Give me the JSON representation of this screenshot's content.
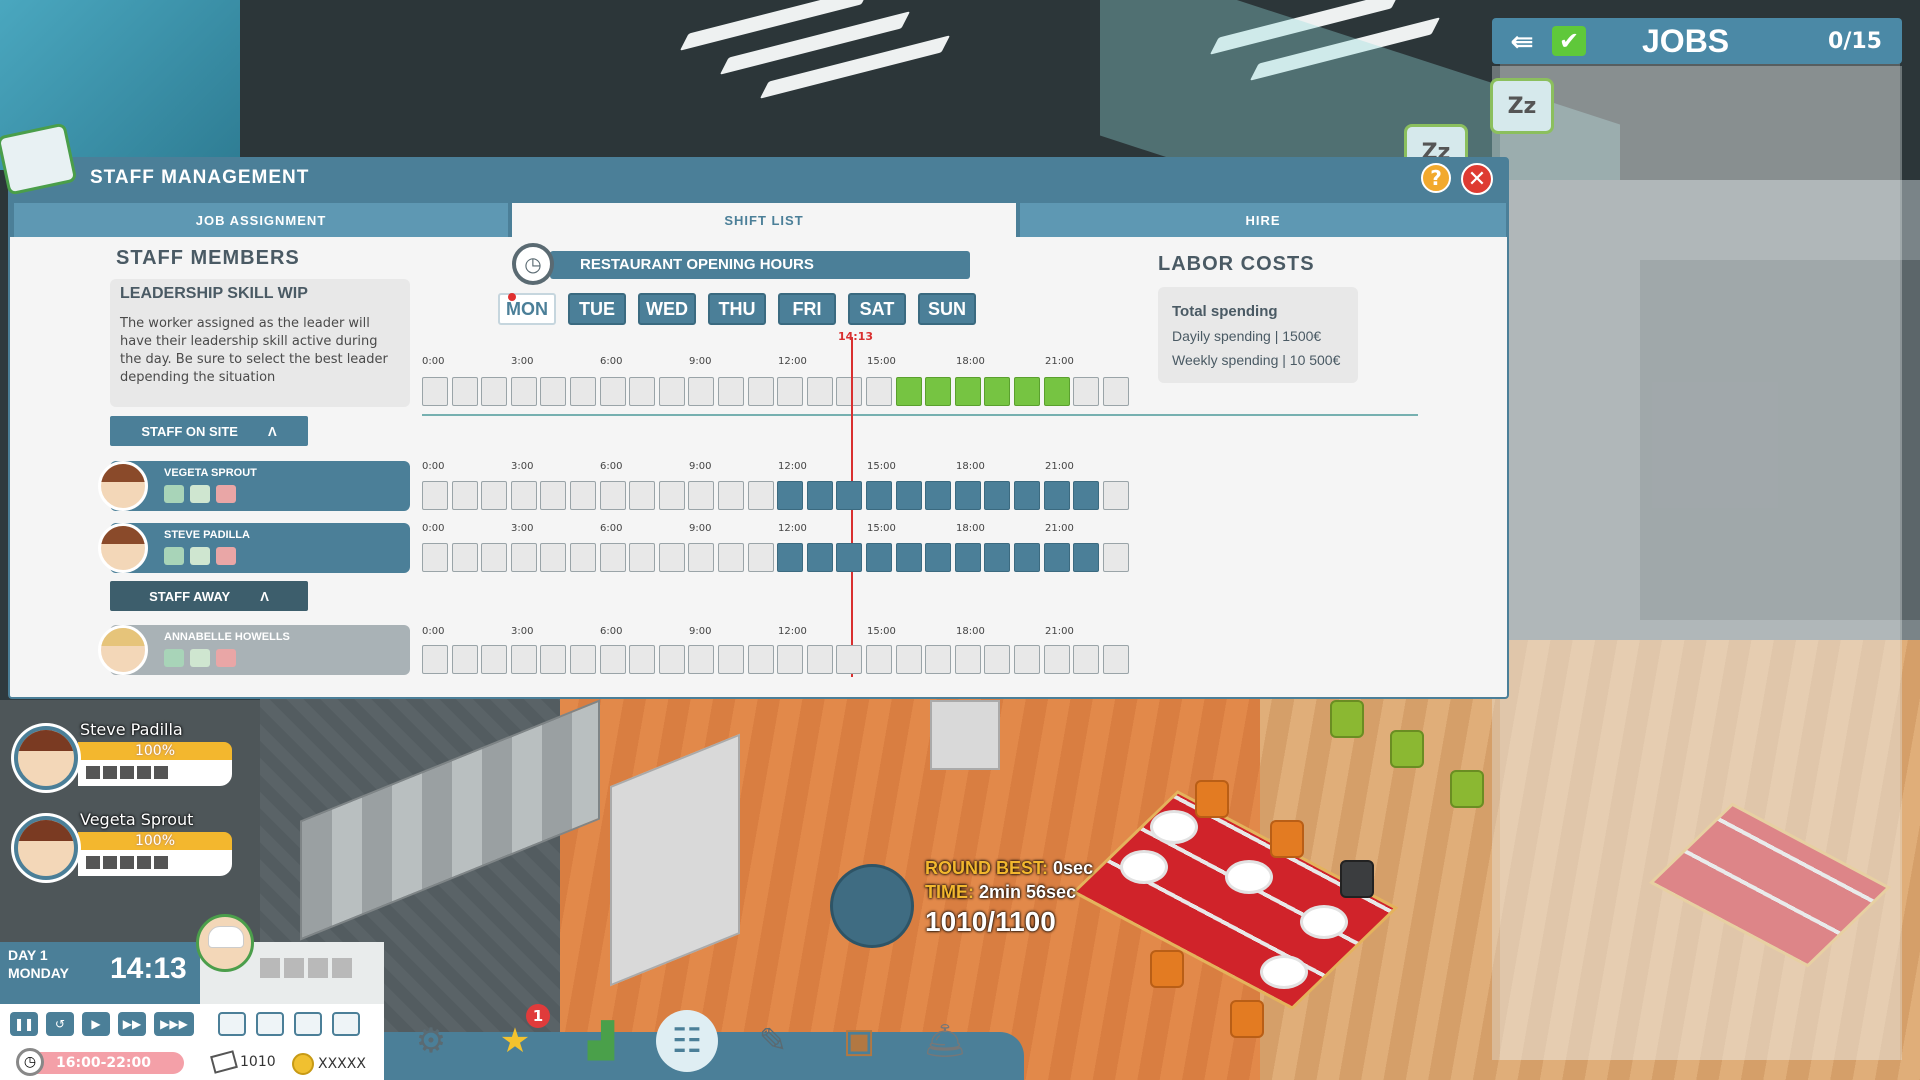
{
  "jobs": {
    "title": "JOBS",
    "count": "0/15"
  },
  "window": {
    "title": "STAFF MANAGEMENT",
    "help": "?",
    "close": "✕",
    "tabs": [
      {
        "label": "JOB ASSIGNMENT",
        "active": false
      },
      {
        "label": "SHIFT LIST",
        "active": true
      },
      {
        "label": "HIRE",
        "active": false
      }
    ]
  },
  "staff_members": {
    "title": "STAFF MEMBERS",
    "skill_heading": "LEADERSHIP SKILL  WIP",
    "skill_text": "The worker assigned as the leader will have their leadership skill active during the day. Be sure to select the best leader depending the situation"
  },
  "opening_hours": {
    "title": "RESTAURANT OPENING HOURS",
    "days": [
      "MON",
      "TUE",
      "WED",
      "THU",
      "FRI",
      "SAT",
      "SUN"
    ],
    "active_day": "MON",
    "time_labels": [
      "0:00",
      "3:00",
      "6:00",
      "9:00",
      "12:00",
      "15:00",
      "18:00",
      "21:00"
    ],
    "current_time": "14:13",
    "open_slots": [
      16,
      17,
      18,
      19,
      20,
      21
    ]
  },
  "labor_costs": {
    "title": "LABOR COSTS",
    "total": "Total spending",
    "daily": "Dayily spending  | 1500€",
    "weekly": "Weekly spending | 10 500€"
  },
  "groups": {
    "on_site": "STAFF ON SITE",
    "away": "STAFF AWAY",
    "caret": "Λ"
  },
  "staff": [
    {
      "name": "VEGETA SPROUT",
      "group": "on_site",
      "work_slots": [
        12,
        13,
        14,
        15,
        16,
        17,
        18,
        19,
        20,
        21,
        22
      ]
    },
    {
      "name": "STEVE PADILLA",
      "group": "on_site",
      "work_slots": [
        12,
        13,
        14,
        15,
        16,
        17,
        18,
        19,
        20,
        21,
        22
      ]
    },
    {
      "name": "ANNABELLE HOWELLS",
      "group": "away",
      "work_slots": []
    }
  ],
  "hud": {
    "workers": [
      {
        "name": "Steve Padilla",
        "pct": "100%",
        "level": 1.0
      },
      {
        "name": "Vegeta Sprout",
        "pct": "100%",
        "level": 1.0
      }
    ],
    "day": "DAY 1",
    "weekday": "MONDAY",
    "clock": "14:13",
    "shift": "16:00-22:00",
    "tickets": "1010",
    "coins": "XXXXX"
  },
  "round": {
    "best_label": "ROUND BEST:",
    "best_value": "0sec",
    "time_label": "TIME:",
    "time_value": "2min 56sec",
    "score": "1010/1100"
  },
  "action_bar": {
    "notification_count": "1",
    "icons": [
      "gear-icon",
      "star-icon",
      "chart-icon",
      "staff-card-icon",
      "clipboard-icon",
      "box-icon",
      "bell-icon"
    ]
  }
}
